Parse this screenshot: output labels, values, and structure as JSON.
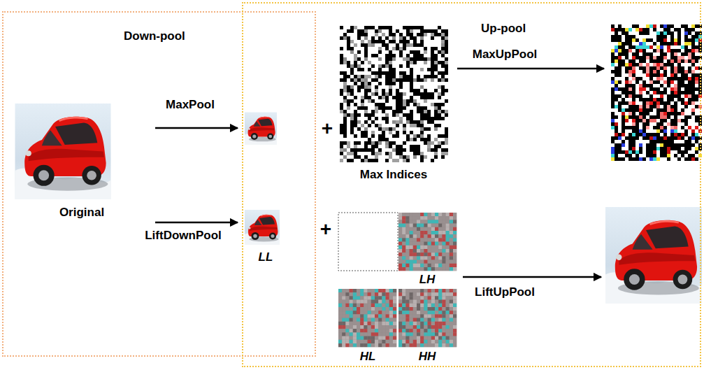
{
  "diagram": {
    "nodes": [
      {
        "text": [
          "Down-pool"
        ]
      },
      {
        "text": [
          "Up-pool"
        ]
      }
    ],
    "labels": [
      "MaxPool",
      "Max Indices",
      "MaxUpPool",
      "Original",
      "LiftDownPool",
      "LL",
      "LH",
      "LiftUpPool",
      "HL",
      "HH",
      "+",
      "+"
    ]
  }
}
